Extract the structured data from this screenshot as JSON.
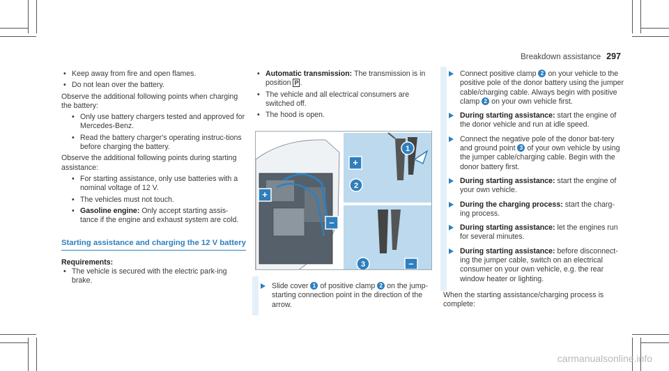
{
  "header": {
    "section": "Breakdown assistance",
    "page": "297"
  },
  "col1": {
    "b1": "Keep away from fire and open flames.",
    "b2": "Do not lean over the battery.",
    "p1": "Observe the additional following points when charging the battery:",
    "s1": "Only use battery chargers tested and approved for Mercedes-Benz.",
    "s2": "Read the battery charger's operating instruc-tions before charging the battery.",
    "p2": "Observe the additional following points during starting assistance:",
    "s3": "For starting assistance, only use batteries with a nominal voltage of 12 V.",
    "s4": "The vehicles must not touch.",
    "s5_label": "Gasoline engine:",
    "s5_text": "Only accept starting assis-tance if the engine and exhaust system are cold.",
    "section_title": "Starting assistance and charging the 12 V battery",
    "req_label": "Requirements:",
    "req1": "The vehicle is secured with the electric park-ing brake."
  },
  "col2": {
    "r1_label": "Automatic transmission:",
    "r1_text_a": "The transmission is in position",
    "r1_glyph": "P",
    "r1_text_b": ".",
    "r2": "The vehicle and all electrical consumers are switched off.",
    "r3": "The hood is open.",
    "step1_a": "Slide cover",
    "step1_b": "of positive clamp",
    "step1_c": "on the jump-starting connection point in the direction of the arrow.",
    "n1": "1",
    "n2": "2",
    "n3": "3"
  },
  "figure": {
    "plus": "+",
    "minus": "–",
    "label1": "1",
    "label2": "2",
    "label3": "3"
  },
  "col3": {
    "st1_a": "Connect positive clamp",
    "st1_b": "on your vehicle to the positive pole of the donor battery using the jumper cable/charging cable. Always begin with positive clamp",
    "st1_c": "on your own vehicle first.",
    "st2_label": "During starting assistance:",
    "st2_text": "start the engine of the donor vehicle and run at idle speed.",
    "st3_a": "Connect the negative pole of the donor bat-tery and ground point",
    "st3_b": "of your own vehicle by using the jumper cable/charging cable. Begin with the donor battery first.",
    "st4_label": "During starting assistance:",
    "st4_text": "start the engine of your own vehicle.",
    "st5_label": "During the charging process:",
    "st5_text": "start the charg-ing process.",
    "st6_label": "During starting assistance:",
    "st6_text": "let the engines run for several minutes.",
    "st7_label": "During starting assistance:",
    "st7_text": "before disconnect-ing the jumper cable, switch on an electrical consumer on your own vehicle, e.g. the rear window heater or lighting.",
    "closing": "When the starting assistance/charging process is complete:",
    "n2": "2",
    "n3": "3"
  },
  "watermark": "carmanualsonline.info",
  "colors": {
    "accent": "#2f7fbd",
    "panel": "#bcd9ee"
  }
}
